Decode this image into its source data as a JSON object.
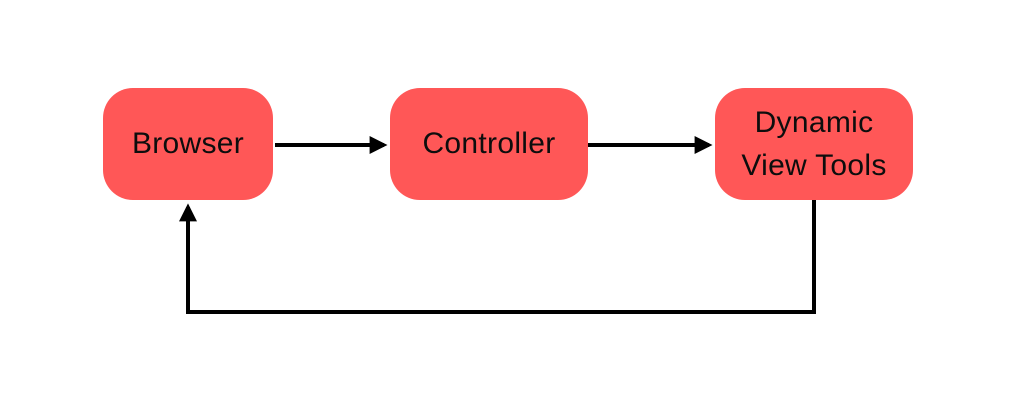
{
  "diagram": {
    "background_color": "#ffffff",
    "node_fill_color": "#ff5757",
    "node_text_color": "#0d0d0d",
    "connector_color": "#000000",
    "nodes": [
      {
        "id": "browser",
        "label": "Browser"
      },
      {
        "id": "controller",
        "label": "Controller"
      },
      {
        "id": "dynamic-view-tools",
        "label": "Dynamic View Tools"
      }
    ],
    "edges": [
      {
        "from": "browser",
        "to": "controller",
        "style": "straight-arrow"
      },
      {
        "from": "controller",
        "to": "dynamic-view-tools",
        "style": "straight-arrow"
      },
      {
        "from": "dynamic-view-tools",
        "to": "browser",
        "style": "orthogonal-feedback-loop"
      }
    ]
  }
}
